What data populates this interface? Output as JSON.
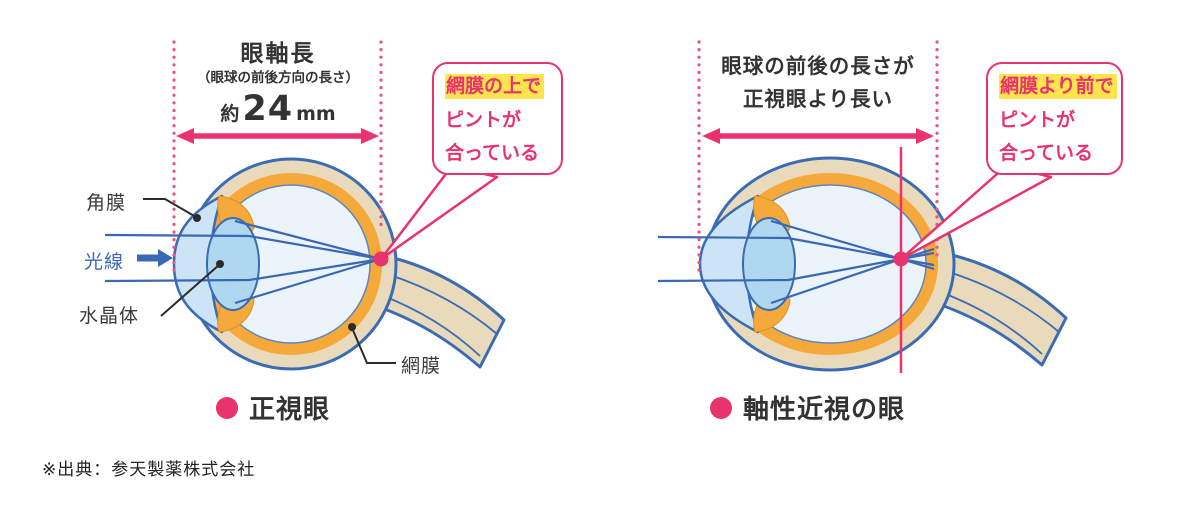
{
  "colors": {
    "accent_pink": "#E8336D",
    "dotted_pink": "#EC5583",
    "outline_blue": "#3A6CB4",
    "ray_blue": "#3B68B5",
    "sclera_beige": "#E9DABB",
    "choroid_orange": "#F6A93B",
    "vitreous_pale_blue": "#ECF4FB",
    "cornea_blue": "#CCE4F5",
    "lens_blue": "#AFD7EF",
    "highlight_yellow": "#FFE44D",
    "text_dark": "#333333"
  },
  "left_diagram": {
    "header": {
      "title": "眼軸長",
      "subtitle": "（眼球の前後方向の長さ）",
      "approx": "約",
      "value": "24",
      "unit": "mm"
    },
    "callout": {
      "highlight": "網膜の上で",
      "line2": "ピントが",
      "line3": "合っている"
    },
    "labels": {
      "cornea": "角膜",
      "light": "光線",
      "lens": "水晶体",
      "retina": "網膜"
    },
    "caption": "正視眼"
  },
  "right_diagram": {
    "header": {
      "line1": "眼球の前後の長さが",
      "line2": "正視眼より長い"
    },
    "callout": {
      "highlight": "網膜より前で",
      "line2": "ピントが",
      "line3": "合っている"
    },
    "caption": "軸性近視の眼"
  },
  "footer": {
    "source": "※出典：参天製薬株式会社"
  }
}
